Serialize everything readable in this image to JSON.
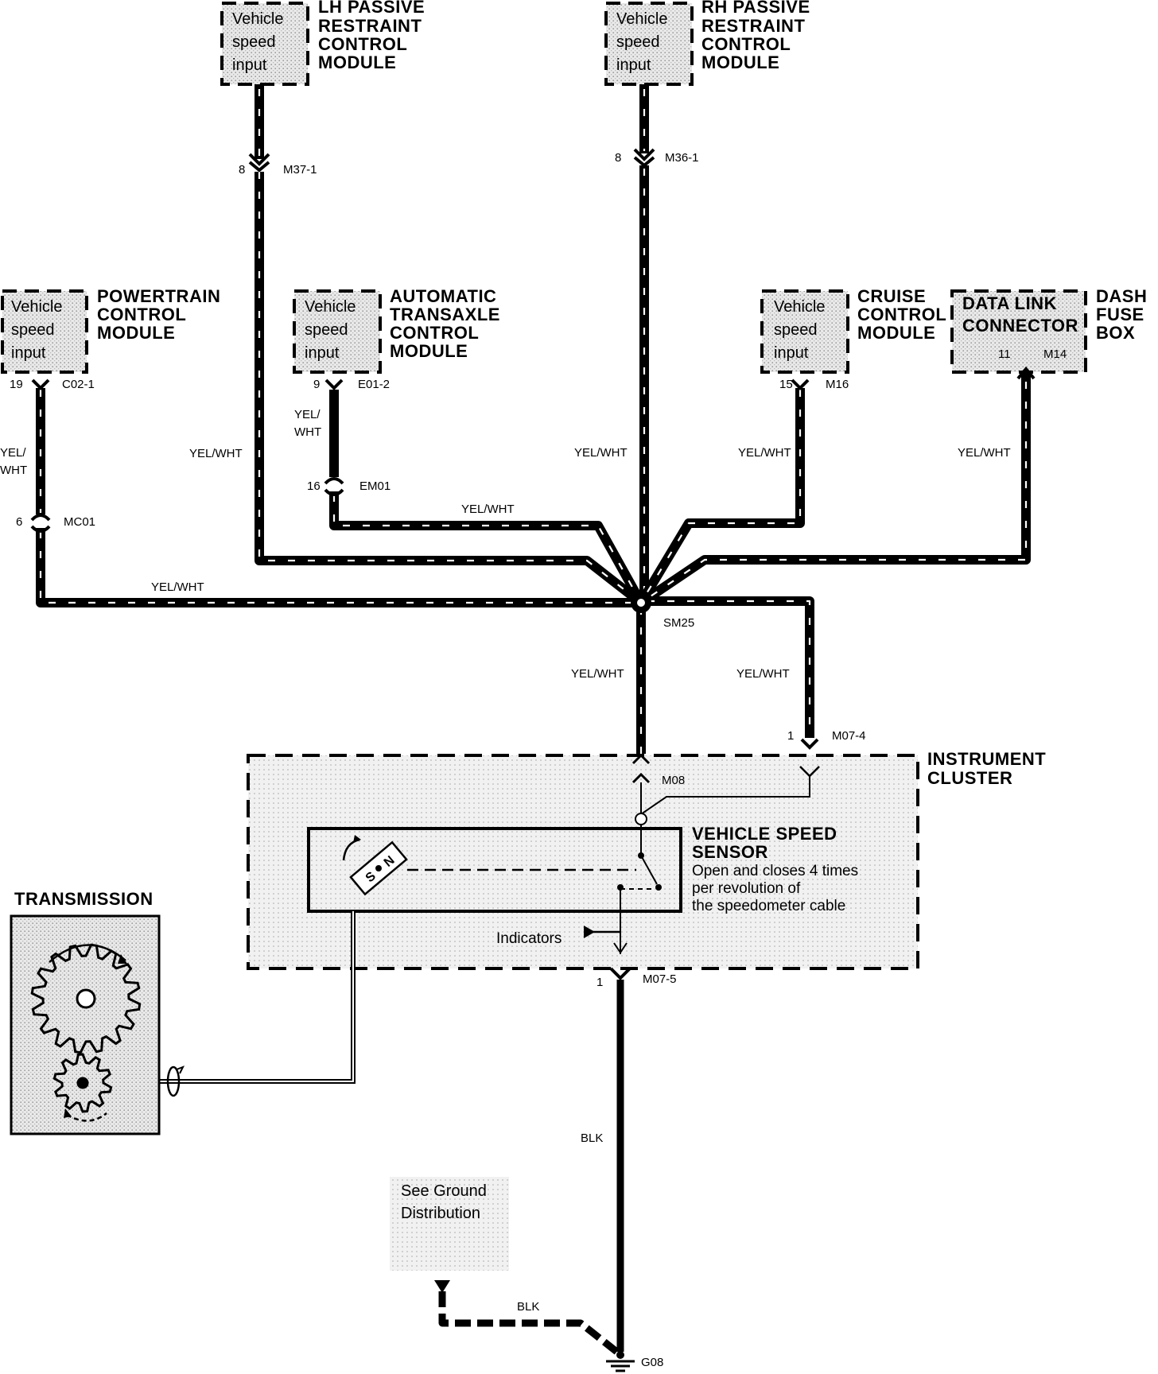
{
  "modules": {
    "lh_prc": {
      "title_lines": [
        "LH PASSIVE",
        "RESTRAINT",
        "CONTROL",
        "MODULE"
      ],
      "input_lines": [
        "Vehicle",
        "speed",
        "input"
      ],
      "pin": "8",
      "connector": "M37-1"
    },
    "rh_prc": {
      "title_lines": [
        "RH PASSIVE",
        "RESTRAINT",
        "CONTROL",
        "MODULE"
      ],
      "input_lines": [
        "Vehicle",
        "speed",
        "input"
      ],
      "pin": "8",
      "connector": "M36-1"
    },
    "pcm": {
      "title_lines": [
        "POWERTRAIN",
        "CONTROL",
        "MODULE"
      ],
      "input_lines": [
        "Vehicle",
        "speed",
        "input"
      ],
      "pin": "19",
      "connector": "C02-1"
    },
    "tcm": {
      "title_lines": [
        "AUTOMATIC",
        "TRANSAXLE",
        "CONTROL",
        "MODULE"
      ],
      "input_lines": [
        "Vehicle",
        "speed",
        "input"
      ],
      "pin": "9",
      "connector": "E01-2"
    },
    "ccm": {
      "title_lines": [
        "CRUISE",
        "CONTROL",
        "MODULE"
      ],
      "input_lines": [
        "Vehicle",
        "speed",
        "input"
      ],
      "pin": "15",
      "connector": "M16"
    },
    "dlc": {
      "title_lines": [
        "DATA LINK",
        "CONNECTOR"
      ],
      "side_lines": [
        "DASH",
        "FUSE",
        "BOX"
      ],
      "pin": "11",
      "connector": "M14"
    }
  },
  "inline_connectors": {
    "mc01": {
      "pin": "6",
      "name": "MC01"
    },
    "em01": {
      "pin": "16",
      "name": "EM01"
    }
  },
  "wire_labels": {
    "yel_wht": "YEL/WHT",
    "yel": "YEL/",
    "wht": "WHT",
    "blk": "BLK"
  },
  "splice": {
    "name": "SM25"
  },
  "cluster": {
    "title_lines": [
      "INSTRUMENT",
      "CLUSTER"
    ],
    "conn_m07_4": {
      "pin": "1",
      "name": "M07-4"
    },
    "conn_m08": {
      "name": "M08"
    },
    "conn_m07_5": {
      "pin": "1",
      "name": "M07-5"
    },
    "indicators": "Indicators"
  },
  "vss": {
    "title_lines": [
      "VEHICLE SPEED",
      "SENSOR"
    ],
    "desc_lines": [
      "Open and closes 4 times",
      "per revolution of",
      "the speedometer cable"
    ],
    "magnet": [
      "S",
      "N"
    ]
  },
  "transmission": {
    "title": "TRANSMISSION"
  },
  "ground": {
    "ref_lines": [
      "See Ground",
      "Distribution"
    ],
    "name": "G08"
  }
}
